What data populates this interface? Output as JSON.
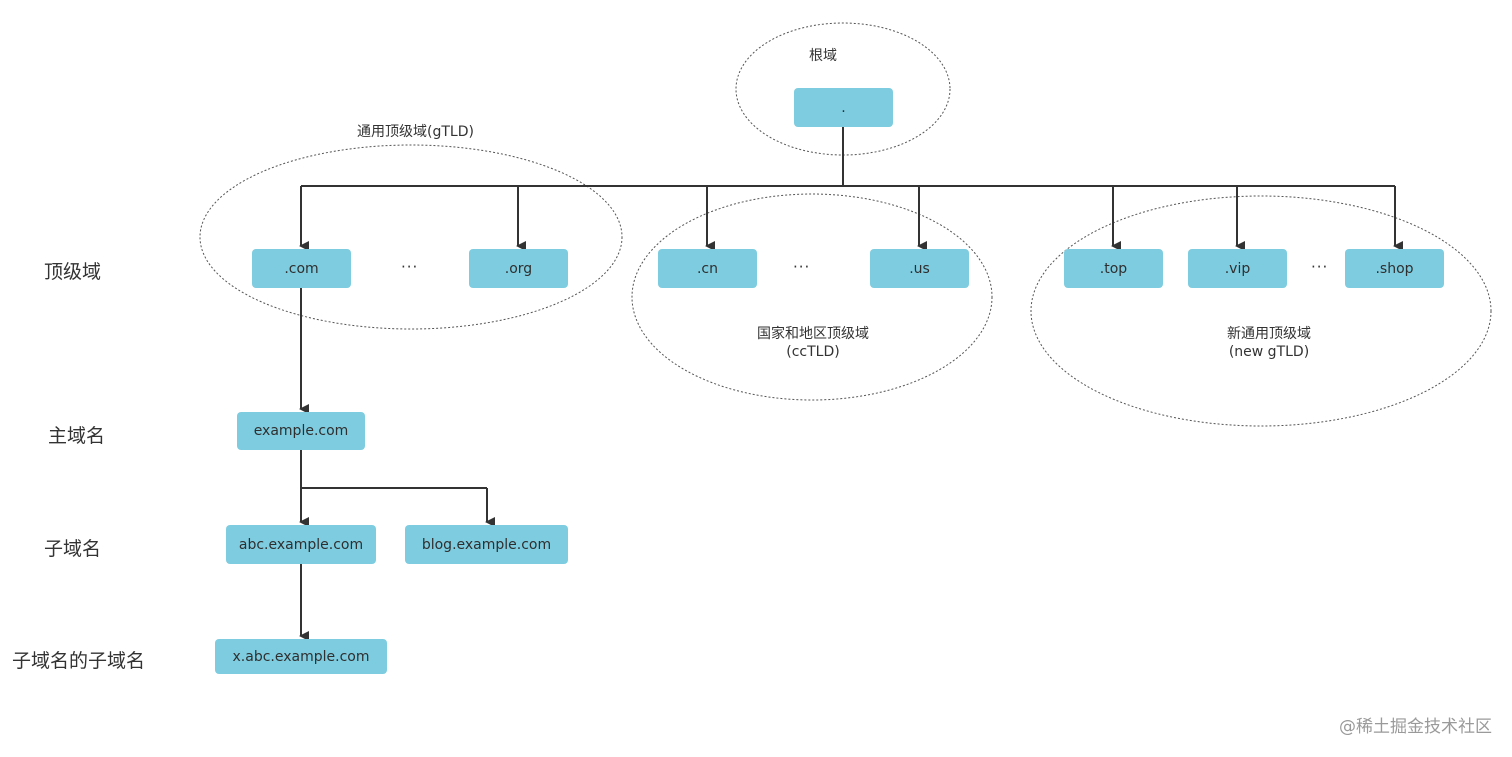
{
  "root": {
    "label": "根域",
    "node": "."
  },
  "groups": {
    "gtld": {
      "label": "通用顶级域(gTLD)",
      "nodes": [
        ".com",
        ".org"
      ],
      "ellipsis": "···"
    },
    "cctld": {
      "label_line1": "国家和地区顶级域",
      "label_line2": "(ccTLD)",
      "nodes": [
        ".cn",
        ".us"
      ],
      "ellipsis": "···"
    },
    "newgtld": {
      "label_line1": "新通用顶级域",
      "label_line2": "(new gTLD)",
      "nodes": [
        ".top",
        ".vip",
        ".shop"
      ],
      "ellipsis": "···"
    }
  },
  "levels": {
    "tld": "顶级域",
    "primary": "主域名",
    "subdomain": "子域名",
    "sub_subdomain": "子域名的子域名"
  },
  "domains": {
    "primary": "example.com",
    "subdomains": [
      "abc.example.com",
      "blog.example.com"
    ],
    "sub_subdomain": "x.abc.example.com"
  },
  "watermark": "@稀土掘金技术社区",
  "colors": {
    "node_fill": "#7ecce0",
    "line": "#333333",
    "ellipse_stroke": "#555555"
  }
}
